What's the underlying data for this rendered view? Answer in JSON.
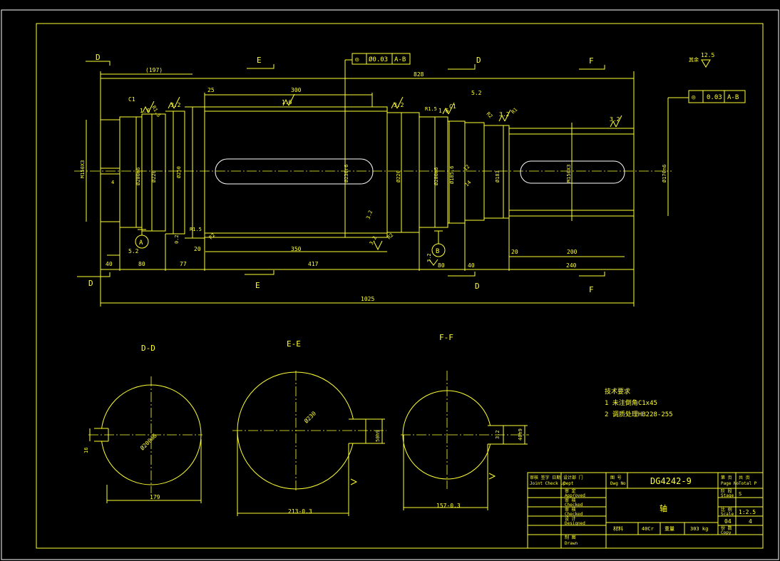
{
  "colors": {
    "background": "#000000",
    "lines": "#ffff33",
    "outline": "#ffffff"
  },
  "sections": {
    "dd": {
      "mark": "D",
      "title": "D-D"
    },
    "ee": {
      "mark": "E",
      "title": "E-E"
    },
    "ff": {
      "mark": "F",
      "title": "F-F"
    }
  },
  "tolerance_frames": [
    {
      "symbol": "◎",
      "value": "Ø0.03",
      "datum": "A-B"
    },
    {
      "symbol": "◎",
      "value": "0.03",
      "datum": "A-B"
    }
  ],
  "roughness": {
    "rest_label": "其余",
    "rest_value": "12.5",
    "values": [
      "1.6",
      "3.2",
      "1.6",
      "3.2",
      "1.6",
      "3.2",
      "3.2",
      "3.2",
      "3.2"
    ]
  },
  "datums": {
    "a": "A",
    "b": "B"
  },
  "main_view": {
    "dims_top": [
      "(197)",
      "828",
      "25",
      "300",
      "C1",
      "C1",
      "5.2",
      "R1.5",
      "R1.5",
      "R1",
      "4",
      "R2"
    ],
    "diameters": [
      "M150X3",
      "Ø200m6",
      "Ø220",
      "Ø250",
      "Ø230r6",
      "Ø220",
      "Ø200m6",
      "Ø185.6",
      "Ø183",
      "M150X3",
      "Ø170n6"
    ],
    "dims_bottom": {
      "row1": [
        "5.2",
        "20",
        "350",
        "20",
        "200"
      ],
      "row2": [
        "40",
        "80",
        "77",
        "417",
        "80",
        "40",
        "240"
      ],
      "total": "1025"
    },
    "misc": [
      "12",
      "14",
      "0.2",
      "3.2",
      "R2",
      "R2",
      "R1.5"
    ]
  },
  "section_dims": {
    "dd": {
      "width": "179",
      "key": "16",
      "dia": "Ø200m6"
    },
    "ee": {
      "width": "213-0.3",
      "key": "50h9",
      "dia": "Ø230"
    },
    "ff": {
      "width": "157-0.3",
      "key": "40h9",
      "roughness": "3.2"
    }
  },
  "notes": {
    "title": "技术要求",
    "items": [
      "1 未注倒角C1x45",
      "2 调质处理HB228-255"
    ]
  },
  "title_block": {
    "approver_cn": "审核 签字 日期",
    "approver_en": "Joint Check up",
    "dept": "设计部 门",
    "dept_en": "Dept",
    "sign_labels": [
      {
        "cn": "审 定",
        "en": "Approved"
      },
      {
        "cn": "审 核",
        "en": "Checked"
      },
      {
        "cn": "审 核",
        "en": "Checked"
      },
      {
        "cn": "设 计",
        "en": "Designed"
      },
      {
        "cn": "制 图",
        "en": "Drawn"
      }
    ],
    "drawing_no_label": "图 号",
    "drawing_no_en": "Dwg No",
    "drawing_no": "DG4242-9",
    "part_name": "轴",
    "material_label": "材料",
    "material": "40Cr",
    "weight_label": "重量",
    "weight": "303 kg",
    "page_label": "第 页",
    "page_en": "Page No",
    "total_label": "共 页",
    "total_en": "Total P",
    "stage_label": "阶 段",
    "stage_en": "Stage",
    "stage": "S",
    "scale_label": "比 例",
    "scale_en": "Scale",
    "scale": "1:2.5",
    "copy_label": "份 数",
    "copy_en": "Copy",
    "sheet": "04",
    "total": "4"
  }
}
